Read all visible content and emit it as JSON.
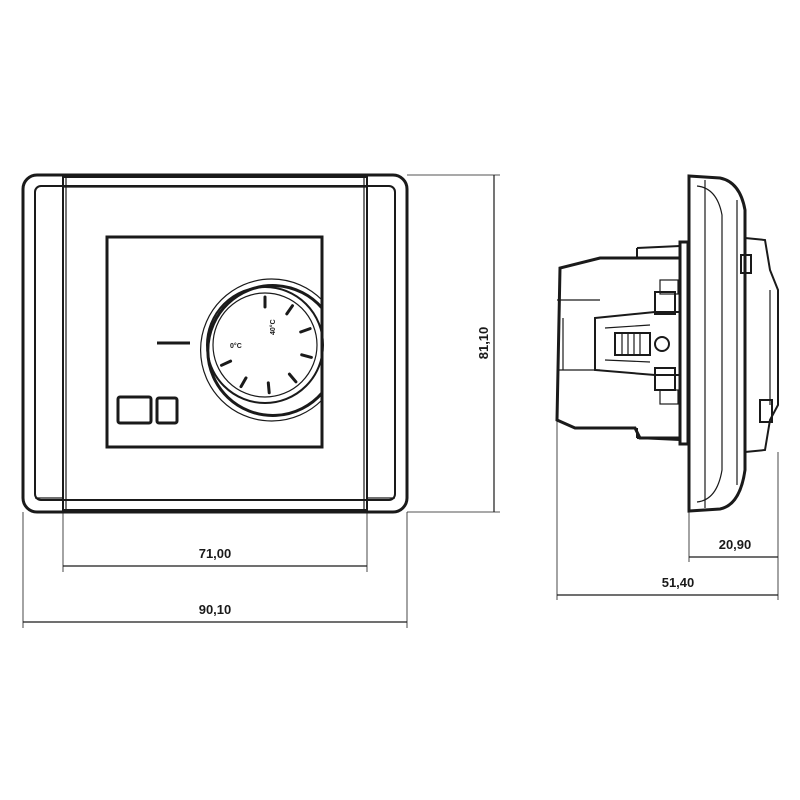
{
  "dimensions": {
    "inner_width": "71,00",
    "outer_width": "90,10",
    "height": "81,10",
    "front_depth": "20,90",
    "total_depth": "51,40"
  },
  "dial": {
    "unit_label": "0°C",
    "max_label": "40°C"
  },
  "colors": {
    "line": "#1a1a1a",
    "background": "#ffffff"
  }
}
